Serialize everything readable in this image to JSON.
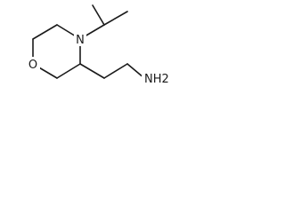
{
  "molecule": {
    "atoms": {
      "nitrogen_ring": "N",
      "oxygen_ring": "O",
      "amine": "NH2"
    }
  }
}
